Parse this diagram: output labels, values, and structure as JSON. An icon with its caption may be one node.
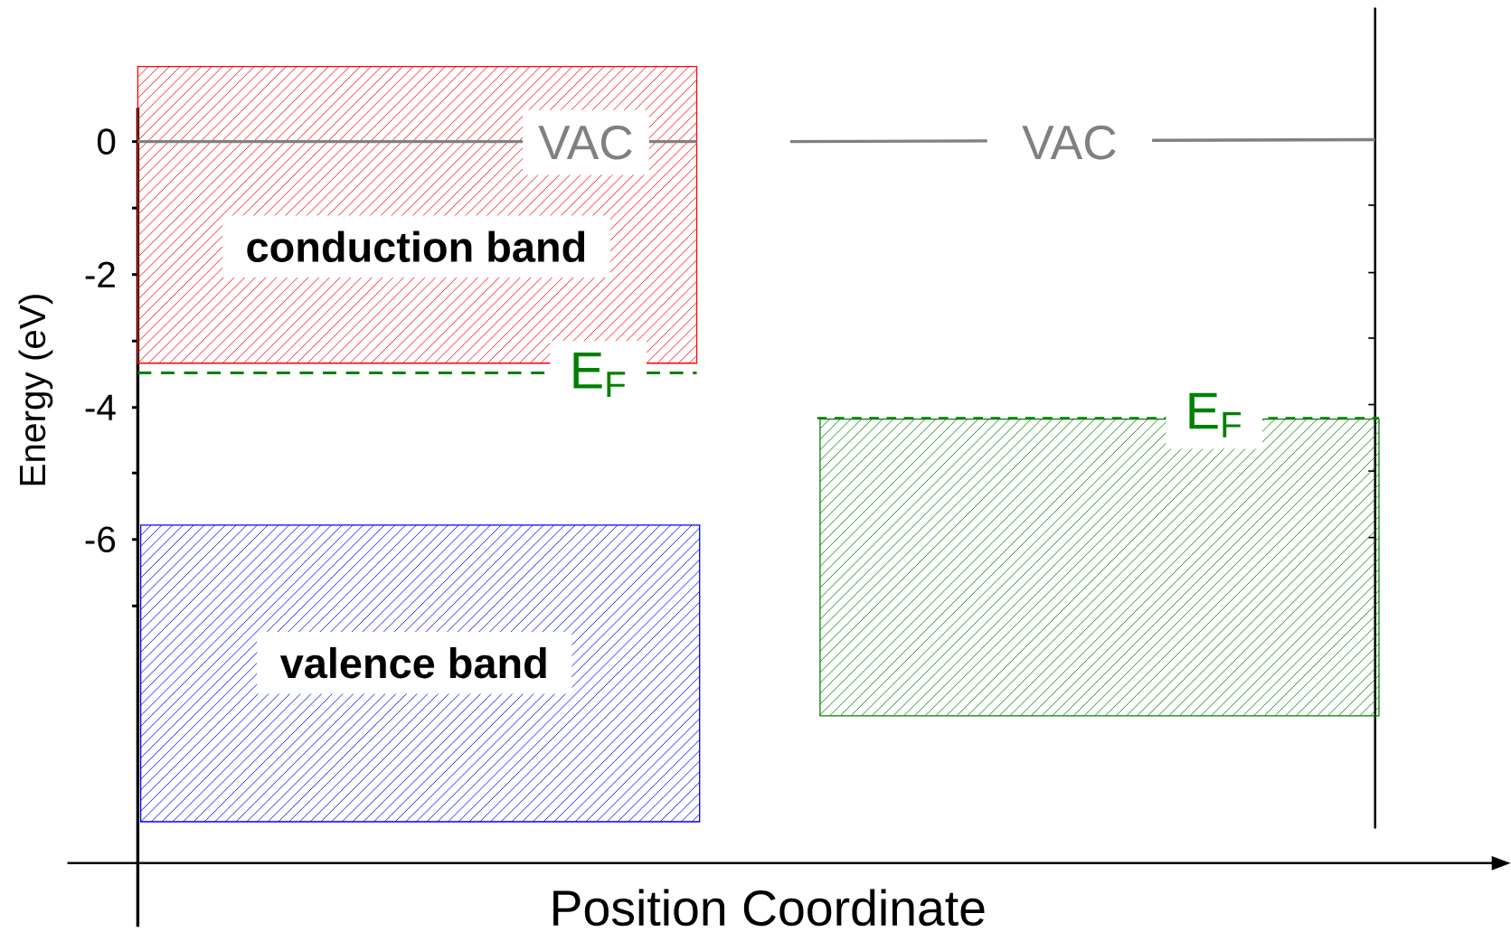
{
  "diagram": {
    "nodes": [
      {
        "text": [
          "conduction band"
        ]
      },
      {
        "text": [
          "valence band"
        ]
      },
      {
        "text": [],
        "shape": "box"
      }
    ],
    "labels": [
      "0",
      "-2",
      "-4",
      "-6",
      "Energy (eV)",
      "VAC",
      "VAC",
      "E$_{F}$",
      "E$_{F}$",
      "Position Coordinate"
    ]
  }
}
